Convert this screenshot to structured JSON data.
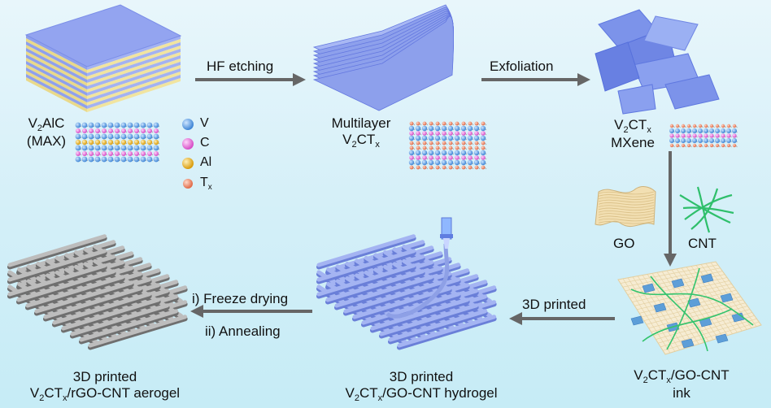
{
  "steps": {
    "hf_etching": "HF etching",
    "exfoliation": "Exfoliation",
    "printed_3d": "3D printed",
    "freeze_drying": "i) Freeze drying",
    "annealing": "ii) Annealing"
  },
  "materials": {
    "max": {
      "line1_pre": "V",
      "line1_sub": "2",
      "line1_post": "AlC",
      "line2": "(MAX)"
    },
    "multilayer": {
      "line1": "Multilayer",
      "line2_pre": "V",
      "line2_sub1": "2",
      "line2_mid": "CT",
      "line2_sub2": "x"
    },
    "mxene": {
      "line1_pre": "V",
      "line1_sub1": "2",
      "line1_mid": "CT",
      "line1_sub2": "x",
      "line2": "MXene"
    },
    "go": "GO",
    "cnt": "CNT",
    "ink": {
      "line1_pre": "V",
      "line1_sub1": "2",
      "line1_mid": "CT",
      "line1_sub2": "x",
      "line1_post": "/GO-CNT",
      "line2": "ink"
    },
    "hydrogel": {
      "line1": "3D printed",
      "line2_pre": "V",
      "line2_sub1": "2",
      "line2_mid": "CT",
      "line2_sub2": "x",
      "line2_post": "/GO-CNT hydrogel"
    },
    "aerogel": {
      "line1": "3D printed",
      "line2_pre": "V",
      "line2_sub1": "2",
      "line2_mid": "CT",
      "line2_sub2": "x",
      "line2_post": "/rGO-CNT aerogel"
    }
  },
  "legend": [
    {
      "label": "V",
      "color": "#4f9be0"
    },
    {
      "label": "C",
      "color": "#e86ad8"
    },
    {
      "label": "Al",
      "color": "#e8b21e"
    },
    {
      "label_pre": "T",
      "label_sub": "x",
      "color": "#f08a6a"
    }
  ],
  "colors": {
    "arrow": "#666666",
    "sheet": "#7f94ee",
    "sheet_edge": "#5368d8",
    "lattice": "#888888",
    "blue_lattice": "#8fa2e8"
  }
}
